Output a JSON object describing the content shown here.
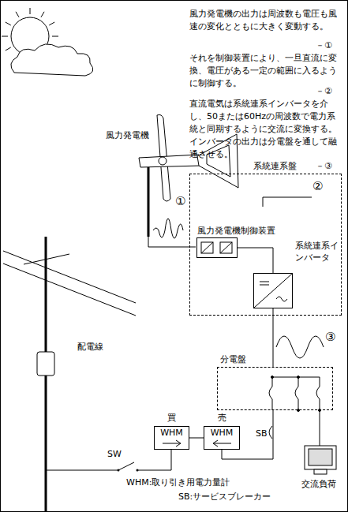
{
  "diagram": {
    "nodes": [
      {
        "text": [
          "系統連系盤"
        ]
      },
      {
        "text": [
          "風力発電機制御装置"
        ],
        "in": 0
      },
      {
        "text": [
          "系統連系インバータ"
        ],
        "in": 0
      },
      {
        "text": [
          "分電盤"
        ]
      },
      {
        "text": [
          "買",
          "WHM"
        ]
      },
      {
        "text": [
          "売",
          "WHM"
        ]
      }
    ],
    "edges": [
      {
        "from": 1,
        "to": 2,
        "arrow": "none"
      },
      {
        "from": 2,
        "to": 3,
        "arrow": "none"
      },
      {
        "from": 3,
        "to": 5,
        "arrow": "none"
      },
      {
        "from": 4,
        "to": 5,
        "arrow": "none"
      }
    ],
    "labels": [
      "風力発電機の出力は周波数も電圧も風速の変化とともに大きく変動する。",
      "－①",
      "それを制御装置により、一旦直流に変換、電圧がある一定の範囲に入るように制御する。",
      "－②",
      "直流電気は系統連系インバータを介し、50または60Hzの周波数で電力系統と同期するように交流に変換する。インバータの出力は分電盤を通して融通させる。",
      "－③",
      "風力発電機",
      "①",
      "②",
      "③",
      "配電線",
      "SW",
      "SB",
      "WHM:取り引き用電力量計",
      "SB:サービスブレーカー",
      "交流負荷"
    ]
  }
}
